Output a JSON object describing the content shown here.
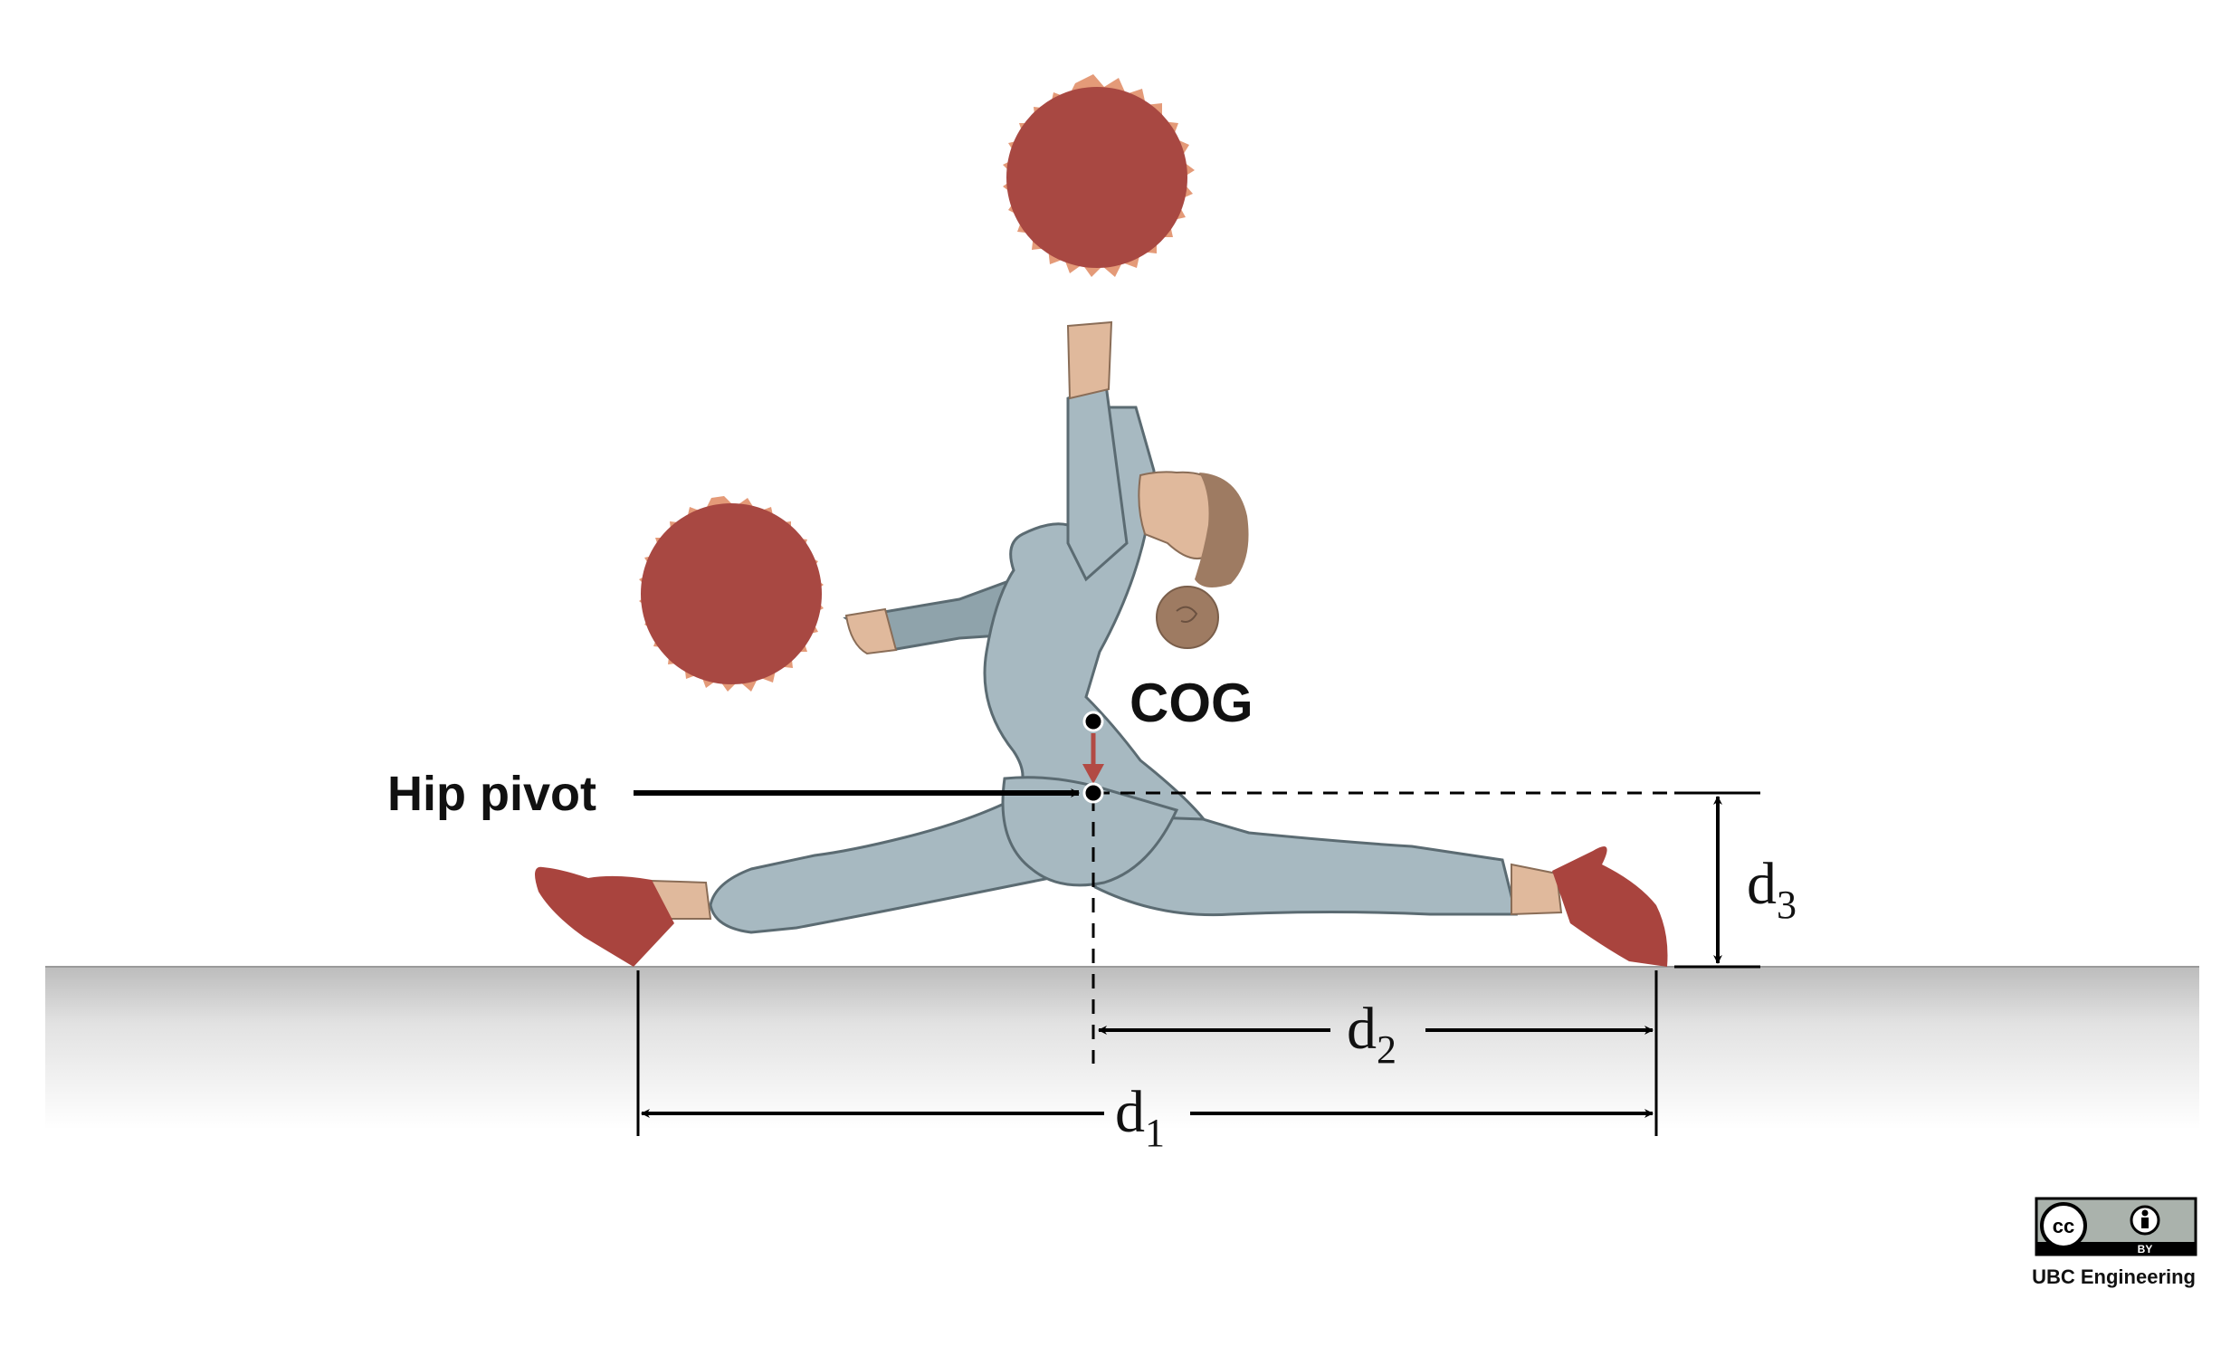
{
  "labels": {
    "cog": "COG",
    "hip_pivot": "Hip pivot",
    "d1": {
      "main": "d",
      "sub": "1"
    },
    "d2": {
      "main": "d",
      "sub": "2"
    },
    "d3": {
      "main": "d",
      "sub": "3"
    }
  },
  "license": {
    "cc": "cc",
    "by": "BY",
    "credit": "UBC Engineering"
  },
  "colors": {
    "pompom": "#a84842",
    "pompom_fringe": "#e49a78",
    "suit": "#a7b9c1",
    "suit_dark": "#8fa3ab",
    "outline": "#5b6b72",
    "skin": "#e0b99c",
    "hair": "#9e7b62",
    "shoe": "#a9443e",
    "gravity_arrow": "#b24a44",
    "line": "#000000"
  },
  "icons": [
    "pompom-icon",
    "cc-icon",
    "attribution-person-icon"
  ]
}
